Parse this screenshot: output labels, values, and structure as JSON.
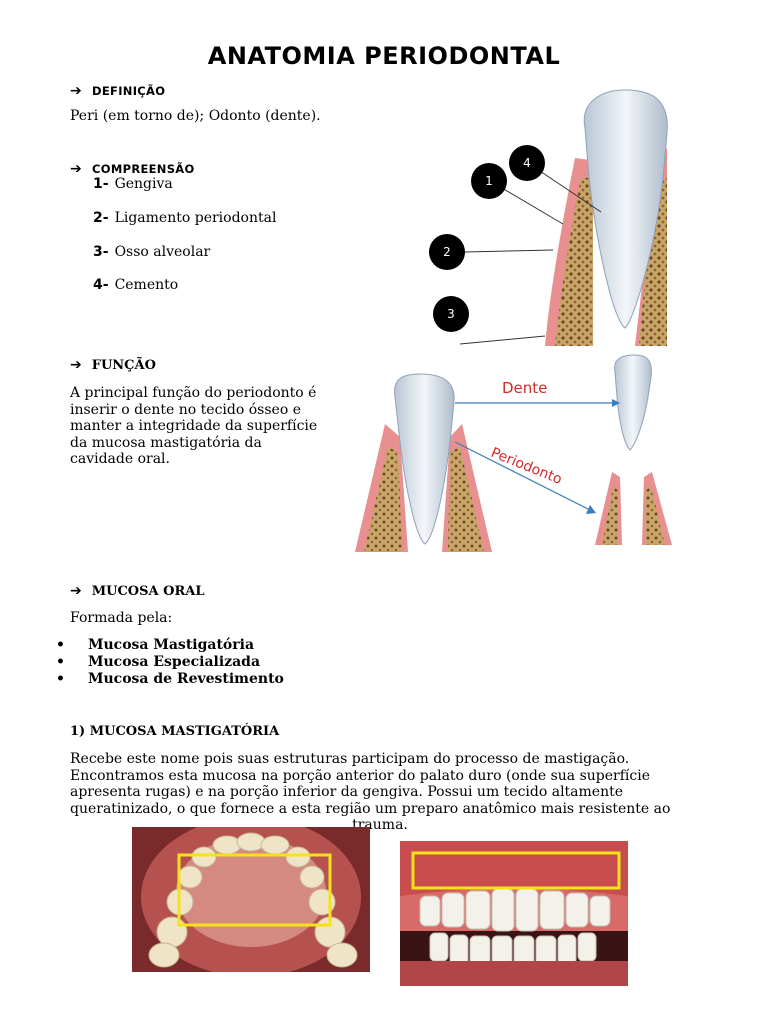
{
  "title": "ANATOMIA PERIODONTAL",
  "definicao": {
    "heading": "DEFINIÇÃO",
    "text": "Peri (em torno de); Odonto (dente)."
  },
  "compreensao": {
    "heading": "COMPREENSÃO",
    "items": [
      {
        "num": "1-",
        "label": "Gengiva"
      },
      {
        "num": "2-",
        "label": "Ligamento periodontal"
      },
      {
        "num": "3-",
        "label": "Osso alveolar"
      },
      {
        "num": "4-",
        "label": "Cemento"
      }
    ]
  },
  "diagram1": {
    "markers": [
      "1",
      "2",
      "3",
      "4"
    ]
  },
  "funcao": {
    "heading": "FUNÇÃO",
    "lines": [
      "A principal função do periodonto é",
      "inserir o dente no tecido ósseo e",
      "manter a integridade da superfície",
      "da mucosa mastigatória da",
      "cavidade oral."
    ]
  },
  "diagram2": {
    "label_dente": "Dente",
    "label_periodonto": "Periodonto"
  },
  "mucosa": {
    "heading": "MUCOSA ORAL",
    "intro": "Formada pela:",
    "items": [
      "Mucosa Mastigatória",
      "Mucosa Especializada",
      "Mucosa de Revestimento"
    ]
  },
  "mastigatoria": {
    "heading": "1)  MUCOSA MASTIGATÓRIA",
    "lines": [
      "Recebe este nome pois suas estruturas participam do processo de mastigação.",
      "Encontramos esta mucosa na porção anterior do palato duro (onde sua superfície",
      "apresenta rugas) e na porção inferior da gengiva. Possui um tecido altamente",
      "queratinizado, o que fornece a esta região um preparo anatômico mais resistente ao",
      "trauma."
    ]
  },
  "colors": {
    "highlight_box": "#f5e31a",
    "gum": "#e88f8f",
    "bone": "#c9a56a",
    "tooth": "#dfe6ee",
    "arrow_blue": "#3a7dc0",
    "label_red": "#d42a2a"
  }
}
